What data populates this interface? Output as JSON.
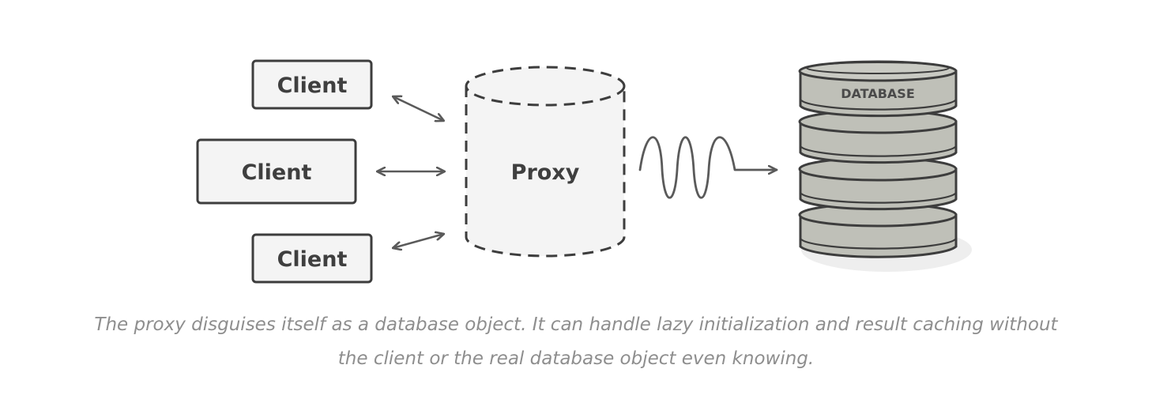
{
  "clients": [
    {
      "label": "Client"
    },
    {
      "label": "Client"
    },
    {
      "label": "Client"
    }
  ],
  "proxy": {
    "label": "Proxy"
  },
  "database": {
    "label": "DATABASE"
  },
  "caption": {
    "line1": "The proxy disguises itself as a database object. It can handle lazy initialization and result caching without",
    "line2": "the client or the real database object even knowing."
  },
  "colors": {
    "stroke": "#3d3d3d",
    "box_fill": "#f4f4f4",
    "db_fill": "#bfc0b8",
    "caption": "#8e8e8e",
    "arrow": "#5a5a5a"
  }
}
